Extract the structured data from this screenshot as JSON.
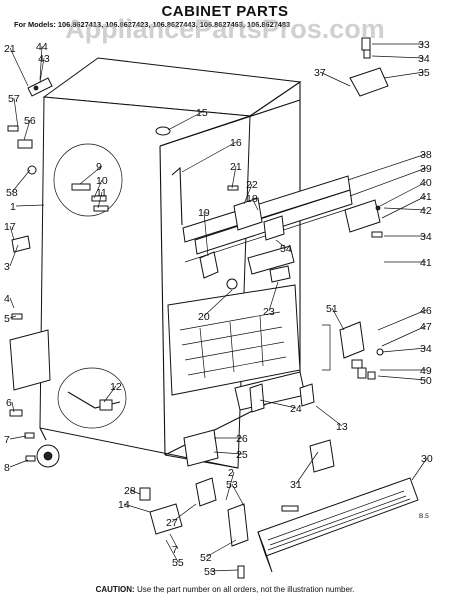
{
  "title": "CABINET PARTS",
  "models": "For Models: 106.8627413, 106.8627423, 106.8627443, 106.8627463, 106.8627483",
  "watermark": "AppliancePartsPros.com",
  "footer": {
    "caution_label": "CAUTION:",
    "caution_text": "Use the part number on all orders, not the illustration number."
  },
  "sheet_code": "B.5",
  "callouts": [
    "21",
    "44",
    "43",
    "57",
    "56",
    "58",
    "1",
    "9",
    "10",
    "11",
    "17",
    "3",
    "4",
    "5",
    "12",
    "6",
    "7",
    "8",
    "15",
    "16",
    "21",
    "22",
    "18",
    "19",
    "54",
    "20",
    "23",
    "33",
    "34",
    "35",
    "37",
    "38",
    "39",
    "40",
    "41",
    "42",
    "34",
    "41",
    "51",
    "46",
    "47",
    "34",
    "49",
    "50",
    "30",
    "13",
    "24",
    "26",
    "25",
    "2",
    "53",
    "31",
    "28",
    "14",
    "27",
    "52",
    "7",
    "55",
    "53"
  ]
}
